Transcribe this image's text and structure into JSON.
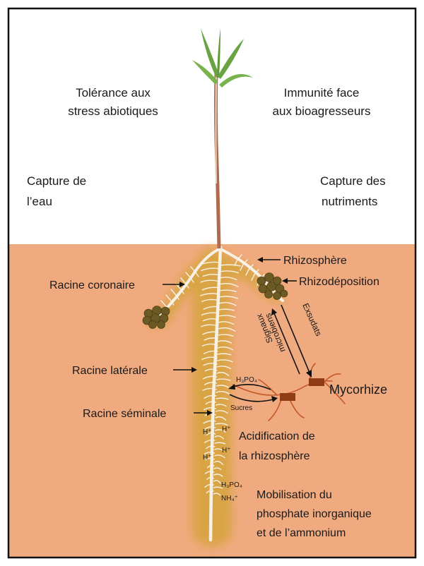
{
  "labels": {
    "tolerance_line1": "Tolérance aux",
    "tolerance_line2": "stress abiotiques",
    "immunity_line1": "Immunité face",
    "immunity_line2": "aux bioagresseurs",
    "water_line1": "Capture de",
    "water_line2": "l’eau",
    "nutrients_line1": "Capture des",
    "nutrients_line2": "nutriments",
    "rhizosphere": "Rhizosphère",
    "rhizodeposition": "Rhizodéposition",
    "crown_root": "Racine coronaire",
    "lateral_root": "Racine latérale",
    "seminal_root": "Racine séminale",
    "mycorrhiza": "Mycorhize",
    "exudates": "Exsudats",
    "microbial_signals_line1": "Signaux",
    "microbial_signals_line2": "microbiens",
    "h3po4": "H₃PO₄",
    "sugars": "Sucres",
    "h_plus": "H⁺",
    "acidification_line1": "Acidification de",
    "acidification_line2": "la rhizosphère",
    "nh4": "NH₄⁺",
    "mobilisation_line1": "Mobilisation du",
    "mobilisation_line2": "phosphate inorganique",
    "mobilisation_line3": "et de l’ammonium"
  },
  "colors": {
    "soil": "#f0aa7f",
    "rhizosphere_glow": "#d9a445",
    "root": "#f6f1e4",
    "leaf": "#6aa343",
    "stem": "#b06b4e",
    "nodule": "#6b5a24",
    "hypha": "#c5582a",
    "spore": "#8e3b16",
    "frame": "#111111"
  }
}
